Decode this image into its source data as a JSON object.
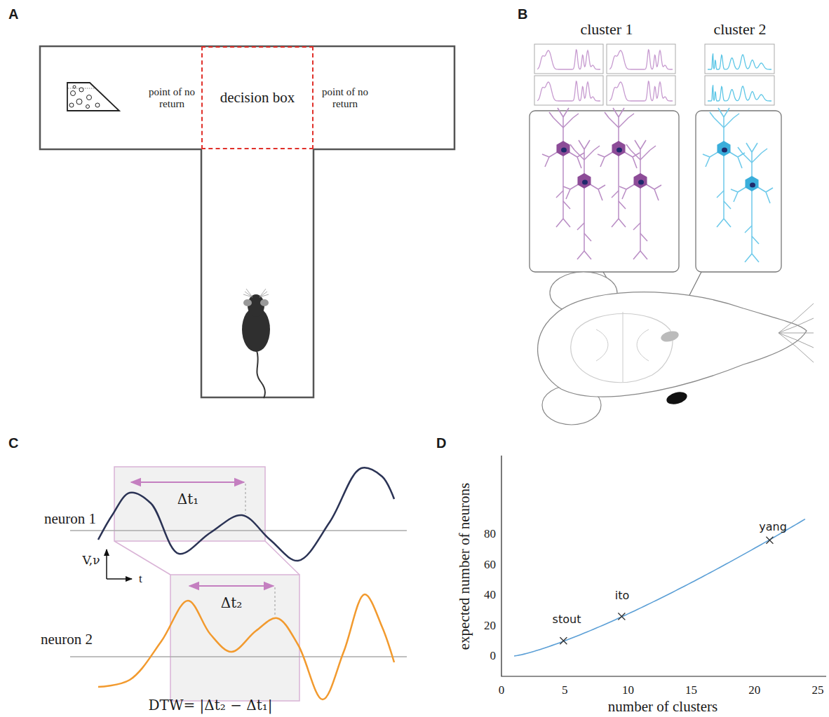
{
  "diagram": {
    "nodes": [
      {
        "text": [
          "decision box"
        ]
      }
    ],
    "labels": [
      "A",
      "B",
      "C",
      "D",
      "point of no return",
      "point of no return",
      "cluster 1",
      "cluster 2",
      "neuron 1",
      "neuron 2",
      "Δt₁",
      "Δt₂",
      "V,ν",
      "t",
      "DTW= |Δt₂ − Δt₁|",
      "0",
      "20",
      "40",
      "60",
      "80",
      "0",
      "5",
      "10",
      "15",
      "20",
      "25",
      "number of clusters",
      "expected number of neurons",
      "stout",
      "ito",
      "yang"
    ]
  }
}
